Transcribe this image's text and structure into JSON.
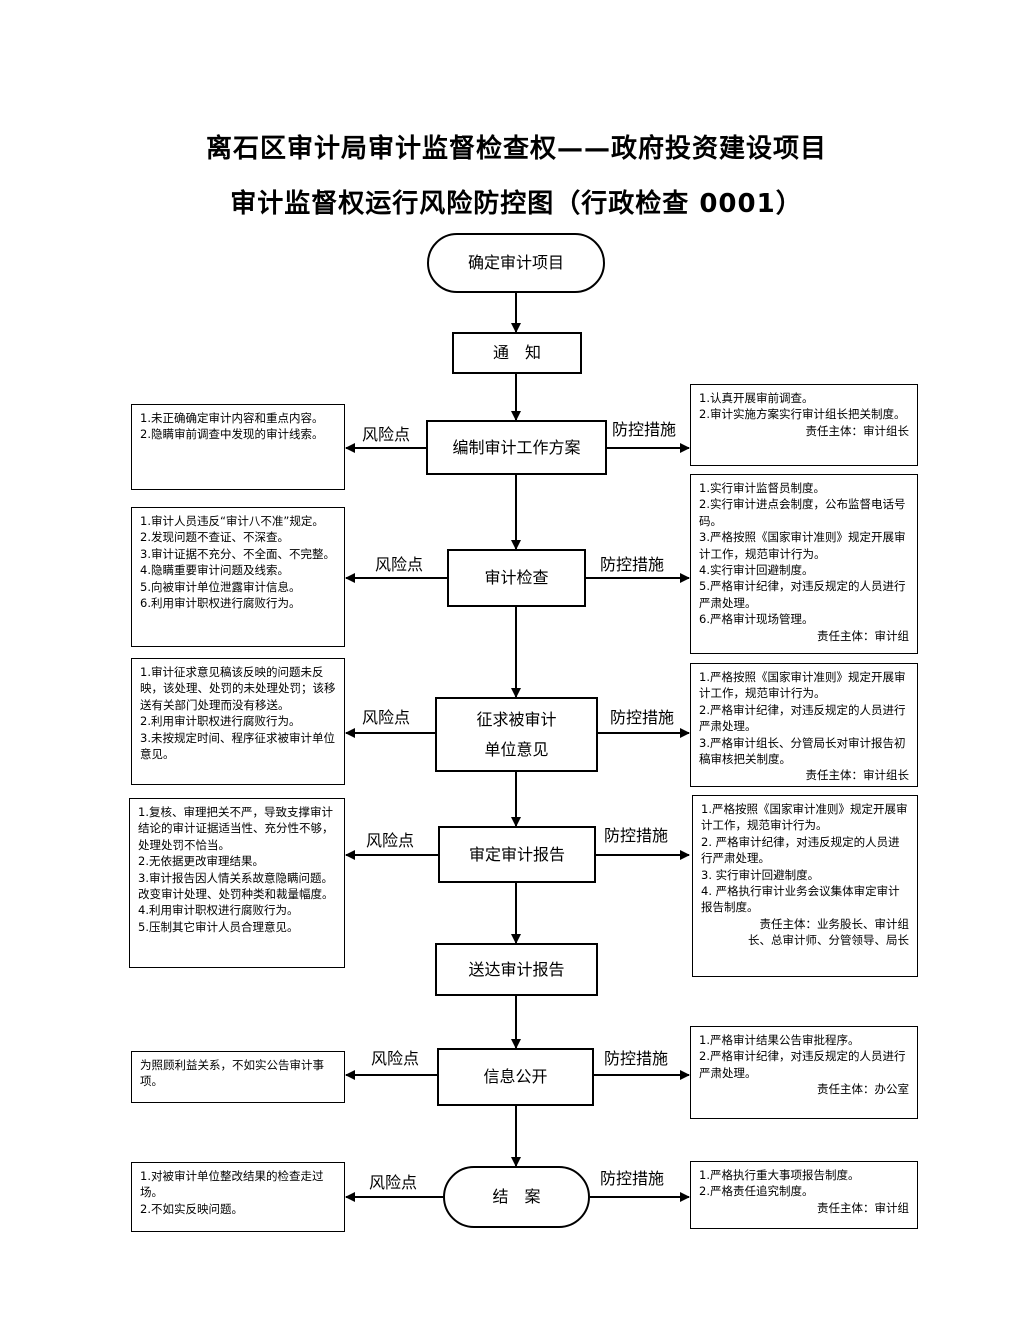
{
  "title": {
    "line1": "离石区审计局审计监督检查权——政府投资建设项目",
    "line2": "审计监督权运行风险防控图（行政检查 0001）"
  },
  "labels": {
    "risk": "风险点",
    "control": "防控措施"
  },
  "steps": {
    "s1": "确定审计项目",
    "s2": "通　知",
    "s3": "编制审计工作方案",
    "s4": "审计检查",
    "s5a": "征求被审计",
    "s5b": "单位意见",
    "s6": "审定审计报告",
    "s7": "送达审计报告",
    "s8": "信息公开",
    "s9": "结　案"
  },
  "risks": {
    "r3": [
      "1.未正确确定审计内容和重点内容。",
      "2.隐瞒审前调查中发现的审计线索。"
    ],
    "r4": [
      "1.审计人员违反“审计八不准”规定。",
      "2.发现问题不查证、不深查。",
      "3.审计证据不充分、不全面、不完整。",
      "4.隐瞒重要审计问题及线索。",
      "5.向被审计单位泄露审计信息。",
      "6.利用审计职权进行腐败行为。"
    ],
    "r5": [
      "1.审计征求意见稿该反映的问题未反映，该处理、处罚的未处理处罚；该移送有关部门处理而没有移送。",
      "2.利用审计职权进行腐败行为。",
      "3.未按规定时间、程序征求被审计单位意见。"
    ],
    "r6": [
      "1.复核、审理把关不严，导致支撑审计结论的审计证据适当性、充分性不够，处理处罚不恰当。",
      "2.无依据更改审理结果。",
      "3.审计报告因人情关系故意隐瞒问题。改变审计处理、处罚种类和裁量幅度。",
      "4.利用审计职权进行腐败行为。",
      "5.压制其它审计人员合理意见。"
    ],
    "r8": [
      "为照顾利益关系，不如实公告审计事项。"
    ],
    "r9": [
      "1.对被审计单位整改结果的检查走过场。",
      "2.不如实反映问题。"
    ]
  },
  "controls": {
    "c3": {
      "items": [
        "1.认真开展审前调查。",
        "2.审计实施方案实行审计组长把关制度。"
      ],
      "owner": "责任主体：审计组长"
    },
    "c4": {
      "items": [
        "1.实行审计监督员制度。",
        "2.实行审计进点会制度，公布监督电话号码。",
        "3.严格按照《国家审计准则》规定开展审计工作，规范审计行为。",
        "4.实行审计回避制度。",
        "5.严格审计纪律，对违反规定的人员进行严肃处理。",
        "6.严格审计现场管理。"
      ],
      "owner": "责任主体：审计组"
    },
    "c5": {
      "items": [
        "1.严格按照《国家审计准则》规定开展审计工作，规范审计行为。",
        "2.严格审计纪律，对违反规定的人员进行严肃处理。",
        "3.严格审计组长、分管局长对审计报告初稿审核把关制度。"
      ],
      "owner": "责任主体：审计组长"
    },
    "c6": {
      "items": [
        "1.严格按照《国家审计准则》规定开展审计工作，规范审计行为。",
        "2.  严格审计纪律，对违反规定的人员进行严肃处理。",
        "3.  实行审计回避制度。",
        "4.  严格执行审计业务会议集体审定审计报告制度。"
      ],
      "owner": "责任主体：业务股长、审计组长、总审计师、分管领导、局长"
    },
    "c8": {
      "items": [
        "1.严格审计结果公告审批程序。",
        "2.严格审计纪律，对违反规定的人员进行严肃处理。"
      ],
      "owner": "责任主体：办公室"
    },
    "c9": {
      "items": [
        "1.严格执行重大事项报告制度。",
        "2.严格责任追究制度。"
      ],
      "owner": "责任主体：审计组"
    }
  }
}
